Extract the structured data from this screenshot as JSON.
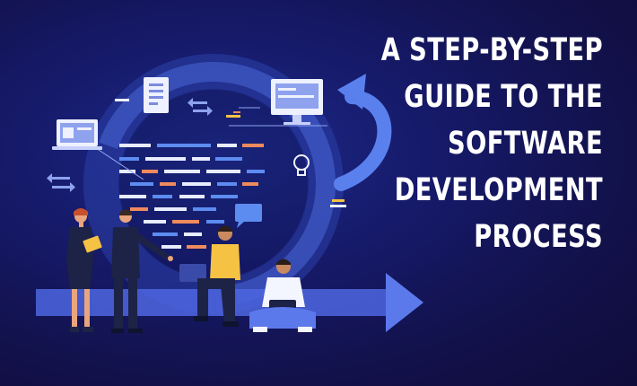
{
  "headline": {
    "lines": [
      "A STEP-BY-STEP",
      "GUIDE TO THE",
      "SOFTWARE",
      "DEVELOPMENT",
      "PROCESS"
    ]
  },
  "illustration": {
    "colors": {
      "ring": "#3f5fd0",
      "ring_light": "#6b8df2",
      "arrow": "#5c79ec",
      "code_white": "#e8ecff",
      "code_orange": "#f08a5d",
      "code_blue": "#5d8cf0",
      "shirt_yellow": "#f6c244",
      "dark_navy": "#1c2346"
    },
    "icons": [
      "document-icon",
      "monitor-icon",
      "laptop-icon",
      "lightbulb-icon",
      "chat-bubble-icon",
      "transfer-arrows-icon"
    ]
  }
}
